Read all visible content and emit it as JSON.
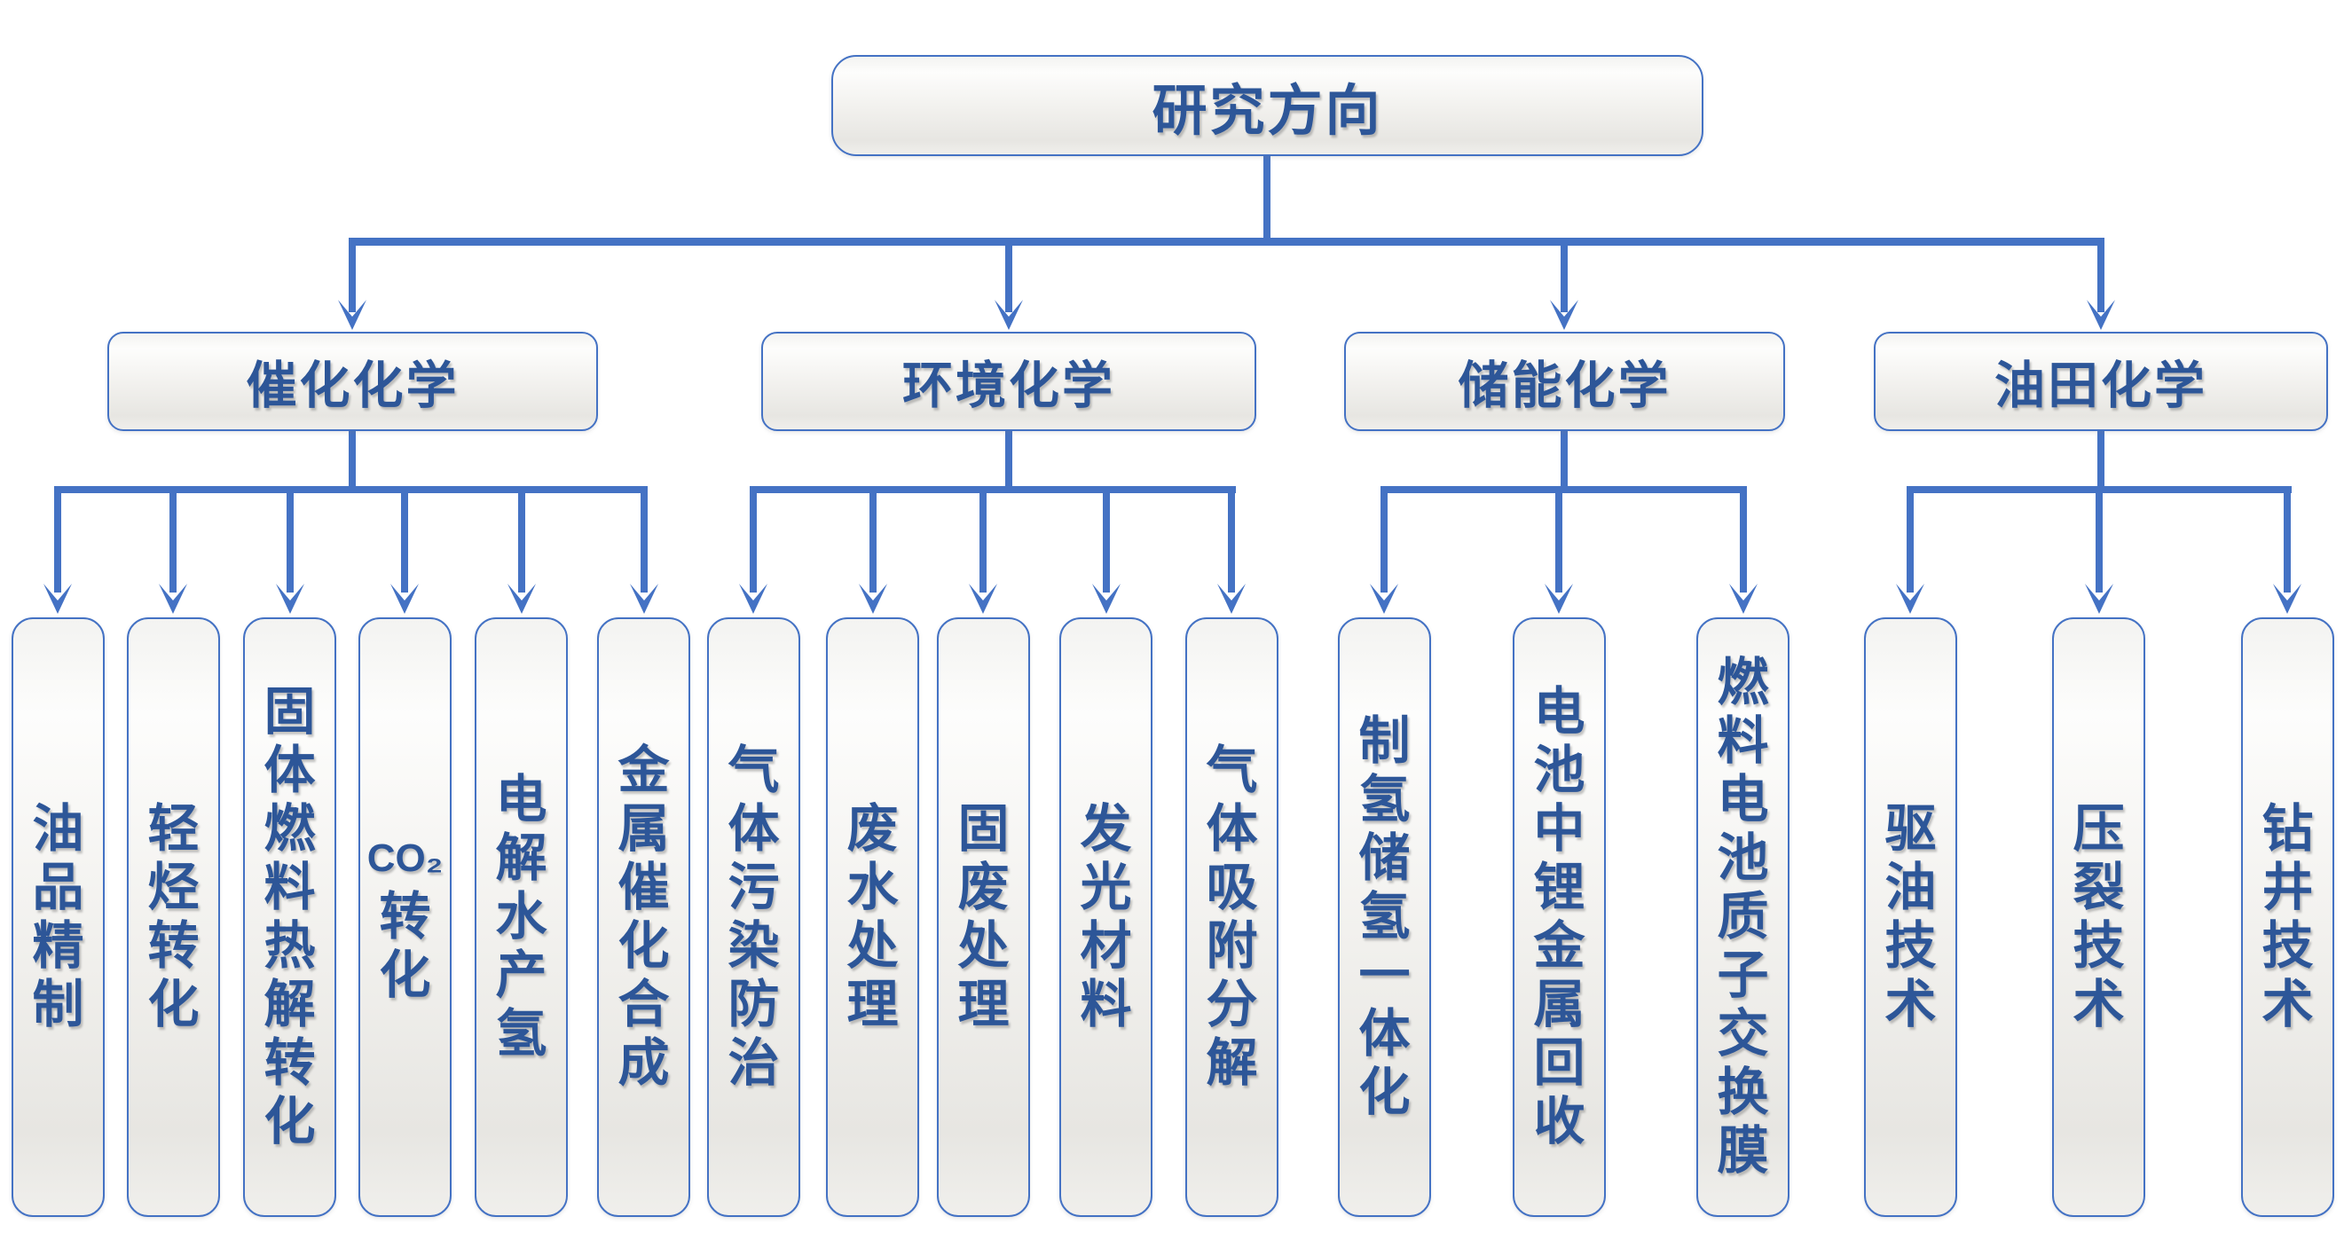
{
  "title": "研究方向",
  "colors": {
    "connector_blue": "#4472C4",
    "text_navy": "#2D5698",
    "box_border": "#4472C4",
    "box_fill_top": "#FDFDFC",
    "box_fill_bottom": "#E7E6E2"
  },
  "groups": [
    {
      "label": "催化化学",
      "children": [
        {
          "label": "油品精制",
          "lines": [
            "油",
            "品",
            "精",
            "制"
          ]
        },
        {
          "label": "轻烃转化",
          "lines": [
            "轻",
            "烃",
            "转",
            "化"
          ]
        },
        {
          "label": "固体燃料热解转化",
          "lines": [
            "固",
            "体",
            "燃",
            "料",
            "热",
            "解",
            "转",
            "化"
          ]
        },
        {
          "label": "CO₂转化",
          "lines": [
            "CO₂",
            "转",
            "化"
          ]
        },
        {
          "label": "电解水产氢",
          "lines": [
            "电",
            "解",
            "水",
            "产",
            "氢"
          ]
        },
        {
          "label": "金属催化合成",
          "lines": [
            "金",
            "属",
            "催",
            "化",
            "合",
            "成"
          ]
        }
      ]
    },
    {
      "label": "环境化学",
      "children": [
        {
          "label": "气体污染防治",
          "lines": [
            "气",
            "体",
            "污",
            "染",
            "防",
            "治"
          ]
        },
        {
          "label": "废水处理",
          "lines": [
            "废",
            "水",
            "处",
            "理"
          ]
        },
        {
          "label": "固废处理",
          "lines": [
            "固",
            "废",
            "处",
            "理"
          ]
        },
        {
          "label": "发光材料",
          "lines": [
            "发",
            "光",
            "材",
            "料"
          ]
        },
        {
          "label": "气体吸附分解",
          "lines": [
            "气",
            "体",
            "吸",
            "附",
            "分",
            "解"
          ]
        }
      ]
    },
    {
      "label": "储能化学",
      "children": [
        {
          "label": "制氢储氢一体化",
          "lines": [
            "制",
            "氢",
            "储",
            "氢",
            "一",
            "体",
            "化"
          ]
        },
        {
          "label": "电池中锂金属回收",
          "lines": [
            "电",
            "池",
            "中",
            "锂",
            "金",
            "属",
            "回",
            "收"
          ]
        },
        {
          "label": "燃料电池质子交换膜",
          "lines": [
            "燃",
            "料",
            "电",
            "池",
            "质",
            "子",
            "交",
            "换",
            "膜"
          ]
        }
      ]
    },
    {
      "label": "油田化学",
      "children": [
        {
          "label": "驱油技术",
          "lines": [
            "驱",
            "油",
            "技",
            "术"
          ]
        },
        {
          "label": "压裂技术",
          "lines": [
            "压",
            "裂",
            "技",
            "术"
          ]
        },
        {
          "label": "钻井技术",
          "lines": [
            "钻",
            "井",
            "技",
            "术"
          ]
        }
      ]
    }
  ]
}
